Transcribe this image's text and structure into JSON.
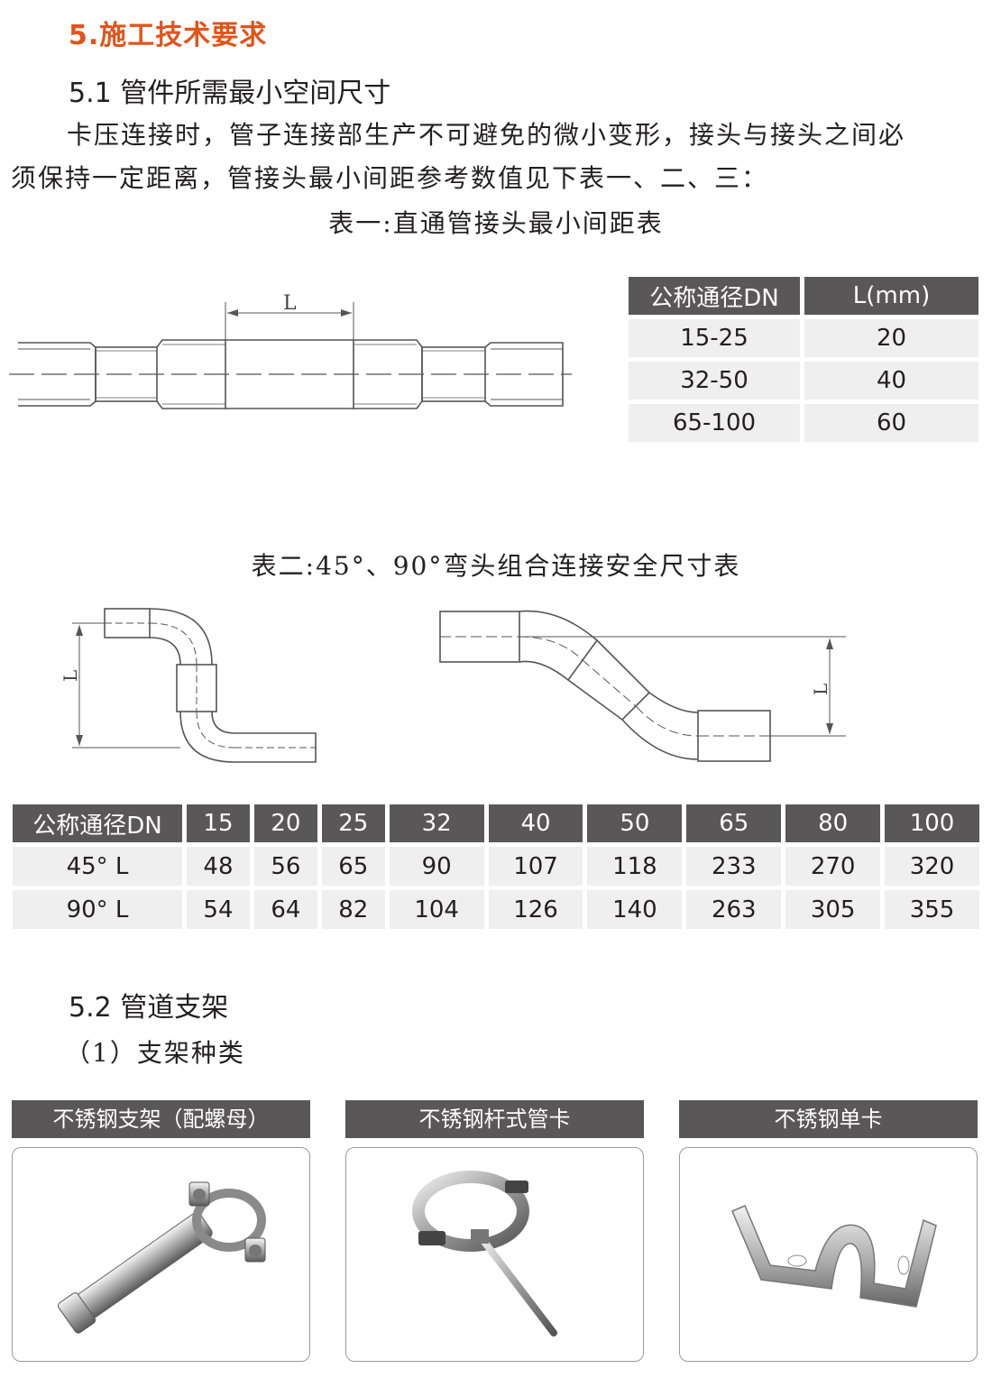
{
  "section": {
    "title": "5.施工技术要求"
  },
  "sub1": {
    "title": "5.1 管件所需最小空间尺寸",
    "para_line1": "卡压连接时，管子连接部生产不可避免的微小变形，接头与接头之间必",
    "para_line2": "须保持一定距离，管接头最小间距参考数值见下表一、二、三：",
    "table1_caption": "表一:直通管接头最小间距表",
    "diagram1_label": "L"
  },
  "table1": {
    "headers": [
      "公称通径DN",
      "L(mm)"
    ],
    "rows": [
      [
        "15-25",
        "20"
      ],
      [
        "32-50",
        "40"
      ],
      [
        "65-100",
        "60"
      ]
    ]
  },
  "table2_caption": "表二:45°、90°弯头组合连接安全尺寸表",
  "diagram2": {
    "left_label": "L",
    "right_label": "L"
  },
  "table2": {
    "headers": [
      "公称通径DN",
      "15",
      "20",
      "25",
      "32",
      "40",
      "50",
      "65",
      "80",
      "100"
    ],
    "rows": [
      [
        "45° L",
        "48",
        "56",
        "65",
        "90",
        "107",
        "118",
        "233",
        "270",
        "320"
      ],
      [
        "90° L",
        "54",
        "64",
        "82",
        "104",
        "126",
        "140",
        "263",
        "305",
        "355"
      ]
    ]
  },
  "sub2": {
    "title": "5.2 管道支架",
    "item1": "（1）支架种类"
  },
  "products": [
    {
      "label": "不锈钢支架（配螺母）",
      "icon": "pipe-bracket-with-nut-photo"
    },
    {
      "label": "不锈钢杆式管卡",
      "icon": "rod-pipe-clamp-photo"
    },
    {
      "label": "不锈钢单卡",
      "icon": "single-pipe-clip-photo"
    }
  ],
  "colors": {
    "accent": "#e2541b",
    "header_bg": "#595757",
    "cell_bg": "#efefef"
  }
}
